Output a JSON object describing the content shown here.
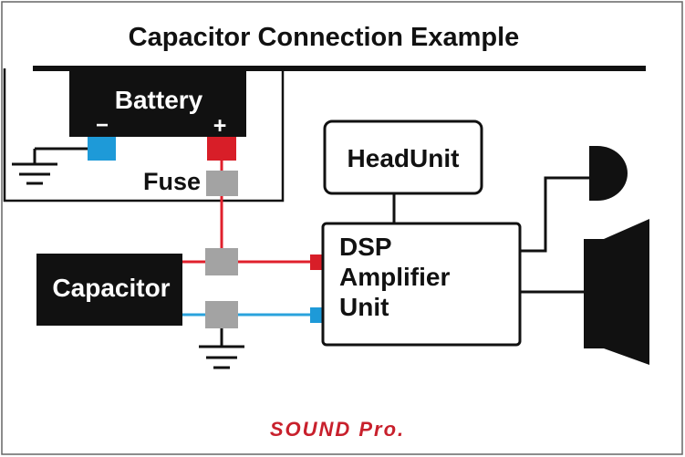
{
  "title": "Capacitor Connection Example",
  "battery": {
    "label": "Battery",
    "minus": "−",
    "plus": "+"
  },
  "fuse_label": "Fuse",
  "capacitor_label": "Capacitor",
  "headunit_label": "HeadUnit",
  "amplifier_label_lines": [
    "DSP",
    "Amplifier",
    "Unit"
  ],
  "brand": "SOUND Pro.",
  "colors": {
    "positive_wire": "#e0202c",
    "negative_wire": "#2aa3dc",
    "terminal_negative": "#1e9ad8",
    "terminal_positive": "#d81e28",
    "connector": "#a3a3a3",
    "brand": "#c8202c",
    "component_fill": "#111111",
    "outline": "#111111"
  },
  "icons": [
    "ground-symbol-icon",
    "tweeter-icon",
    "woofer-speaker-icon"
  ]
}
